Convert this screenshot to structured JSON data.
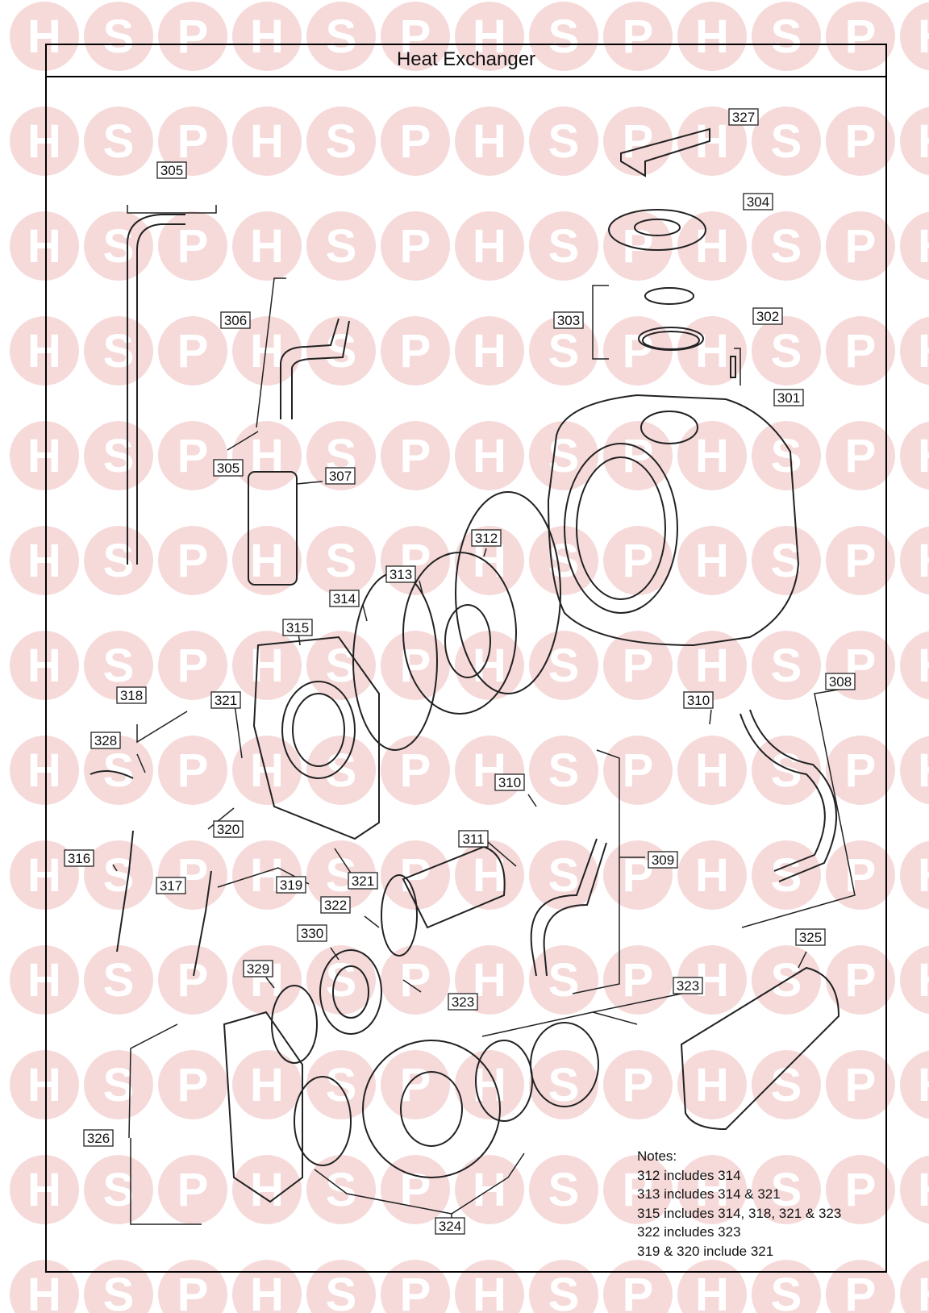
{
  "title": "Heat Exchanger",
  "watermark": {
    "letters": [
      "H",
      "S",
      "P"
    ],
    "circle_color": "#f6dada",
    "letter_color": "#ffffff"
  },
  "callouts": [
    "327",
    "305",
    "304",
    "303",
    "302",
    "306",
    "301",
    "305",
    "307",
    "312",
    "313",
    "314",
    "315",
    "321",
    "318",
    "308",
    "310",
    "328",
    "310",
    "320",
    "311",
    "309",
    "316",
    "319",
    "321",
    "317",
    "322",
    "330",
    "323",
    "329",
    "325",
    "323",
    "326",
    "324"
  ],
  "notes": {
    "heading": "Notes:",
    "lines": [
      "312 includes 314",
      "313 includes 314 & 321",
      "315 includes 314, 318, 321 & 323",
      "322 includes 323",
      "319 & 320 include 321"
    ]
  }
}
